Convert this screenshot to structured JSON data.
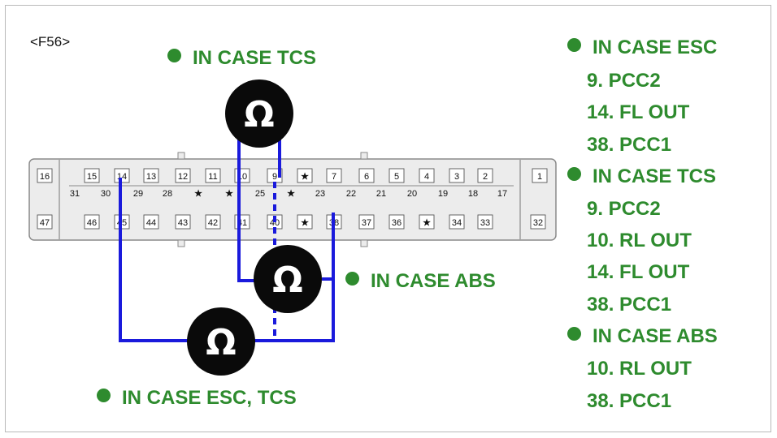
{
  "connector_id": "<F56>",
  "labels": {
    "tcs_top": "IN CASE TCS",
    "abs_mid": "IN CASE ABS",
    "esc_tcs_bottom": "IN CASE ESC, TCS"
  },
  "meter_symbol": "Ω",
  "connector": {
    "side_left_top": "16",
    "side_left_bottom": "47",
    "side_right_top": "1",
    "side_right_bottom": "32",
    "row1": [
      "15",
      "14",
      "13",
      "12",
      "11",
      "10",
      "9",
      "★",
      "7",
      "6",
      "5",
      "4",
      "3",
      "2"
    ],
    "row2": [
      "31",
      "30",
      "29",
      "28",
      "★",
      "★",
      "25",
      "★",
      "23",
      "22",
      "21",
      "20",
      "19",
      "18",
      "17"
    ],
    "row3": [
      "46",
      "45",
      "44",
      "43",
      "42",
      "41",
      "40",
      "★",
      "38",
      "37",
      "36",
      "★",
      "34",
      "33"
    ]
  },
  "legend": [
    {
      "type": "heading",
      "text": "IN CASE ESC"
    },
    {
      "type": "item",
      "text": "9. PCC2"
    },
    {
      "type": "item",
      "text": "14. FL OUT"
    },
    {
      "type": "item",
      "text": "38. PCC1"
    },
    {
      "type": "heading",
      "text": "IN CASE TCS"
    },
    {
      "type": "item",
      "text": "9. PCC2"
    },
    {
      "type": "item",
      "text": "10. RL OUT"
    },
    {
      "type": "item",
      "text": "14. FL OUT"
    },
    {
      "type": "item",
      "text": "38. PCC1"
    },
    {
      "type": "heading",
      "text": "IN CASE ABS"
    },
    {
      "type": "item",
      "text": "10. RL OUT"
    },
    {
      "type": "item",
      "text": "38. PCC1"
    }
  ],
  "colors": {
    "label_green": "#2e8b2e",
    "wire_blue": "#1a1adc",
    "meter_black": "#0a0a0a",
    "connector_fill": "#ececec"
  }
}
